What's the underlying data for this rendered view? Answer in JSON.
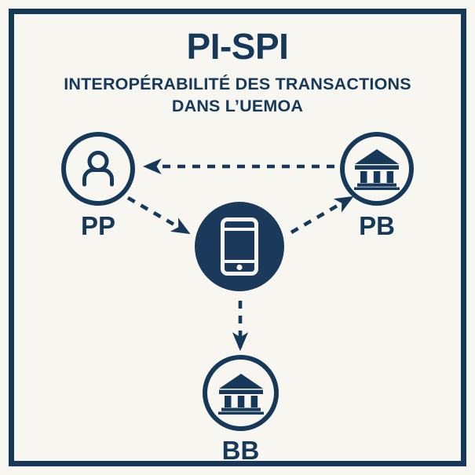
{
  "poster": {
    "title": "PI-SPI",
    "subtitle_lines": [
      "INTEROPÉRABILITÉ DES TRANSACTIONS",
      "DANS L’UEMOA"
    ],
    "colors": {
      "background": "#f8f6f0",
      "navy": "#16395a",
      "hub_fill": "#1b3a5b",
      "icon_light": "#f8f6f0"
    }
  },
  "diagram": {
    "type": "node-link",
    "nodes": [
      {
        "id": "pp",
        "label": "PP",
        "icon": "person-icon",
        "style": "outline-circle",
        "position": "top-left"
      },
      {
        "id": "pb",
        "label": "PB",
        "icon": "bank-icon",
        "style": "outline-circle",
        "position": "top-right"
      },
      {
        "id": "hub",
        "label": "",
        "icon": "smartphone-icon",
        "style": "filled-circle",
        "position": "center"
      },
      {
        "id": "bb",
        "label": "BB",
        "icon": "bank-icon",
        "style": "outline-circle",
        "position": "bottom-center"
      }
    ],
    "edges": [
      {
        "id": "pb-to-pp",
        "from": "pb",
        "to": "pp",
        "style": "dashed",
        "arrow": "end"
      },
      {
        "id": "pp-to-hub",
        "from": "pp",
        "to": "hub",
        "style": "dashed",
        "arrow": "end"
      },
      {
        "id": "hub-to-pb",
        "from": "hub",
        "to": "pb",
        "style": "dashed",
        "arrow": "end"
      },
      {
        "id": "hub-to-bb",
        "from": "hub",
        "to": "bb",
        "style": "dashed",
        "arrow": "end"
      }
    ]
  }
}
